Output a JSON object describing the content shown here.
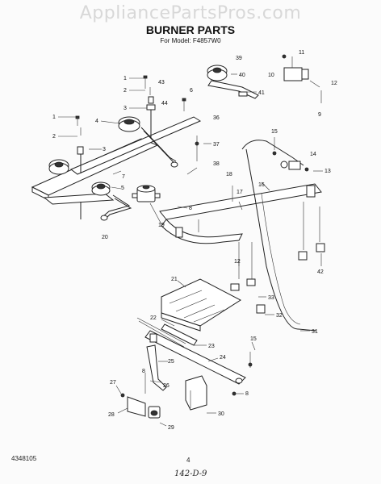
{
  "watermark": "AppliancePartsPros.com",
  "title": "BURNER PARTS",
  "subtitle": "For Model: F4857W0",
  "footer": {
    "doc_number": "4348105",
    "page_number": "4",
    "handwritten_note": "142-D-9"
  },
  "callouts": [
    {
      "id": "c1a",
      "label": "1"
    },
    {
      "id": "c43",
      "label": "43"
    },
    {
      "id": "c2a",
      "label": "2"
    },
    {
      "id": "c44",
      "label": "44"
    },
    {
      "id": "c6",
      "label": "6"
    },
    {
      "id": "c3",
      "label": "3"
    },
    {
      "id": "c1b",
      "label": "1"
    },
    {
      "id": "c4",
      "label": "4"
    },
    {
      "id": "c2b",
      "label": "2"
    },
    {
      "id": "c3b",
      "label": "3"
    },
    {
      "id": "c7",
      "label": "7"
    },
    {
      "id": "c5",
      "label": "5"
    },
    {
      "id": "c19",
      "label": "19"
    },
    {
      "id": "c8a",
      "label": "8"
    },
    {
      "id": "c20",
      "label": "20"
    },
    {
      "id": "c39",
      "label": "39"
    },
    {
      "id": "c40",
      "label": "40"
    },
    {
      "id": "c41",
      "label": "41"
    },
    {
      "id": "c36",
      "label": "36"
    },
    {
      "id": "c37",
      "label": "37"
    },
    {
      "id": "c38",
      "label": "38"
    },
    {
      "id": "c11",
      "label": "11"
    },
    {
      "id": "c10",
      "label": "10"
    },
    {
      "id": "c12",
      "label": "12"
    },
    {
      "id": "c9",
      "label": "9"
    },
    {
      "id": "c15a",
      "label": "15"
    },
    {
      "id": "c14",
      "label": "14"
    },
    {
      "id": "c13",
      "label": "13"
    },
    {
      "id": "c18",
      "label": "18"
    },
    {
      "id": "c17",
      "label": "17"
    },
    {
      "id": "c16",
      "label": "16"
    },
    {
      "id": "c42",
      "label": "42"
    },
    {
      "id": "c12b",
      "label": "12"
    },
    {
      "id": "c21",
      "label": "21"
    },
    {
      "id": "c33",
      "label": "33"
    },
    {
      "id": "c32",
      "label": "32"
    },
    {
      "id": "c22",
      "label": "22"
    },
    {
      "id": "c23",
      "label": "23"
    },
    {
      "id": "c31",
      "label": "31"
    },
    {
      "id": "c15b",
      "label": "15"
    },
    {
      "id": "c24",
      "label": "24"
    },
    {
      "id": "c25",
      "label": "25"
    },
    {
      "id": "c8b",
      "label": "8"
    },
    {
      "id": "c26",
      "label": "26"
    },
    {
      "id": "c27",
      "label": "27"
    },
    {
      "id": "c8c",
      "label": "8"
    },
    {
      "id": "c28",
      "label": "28"
    },
    {
      "id": "c30",
      "label": "30"
    },
    {
      "id": "c29",
      "label": "29"
    }
  ]
}
